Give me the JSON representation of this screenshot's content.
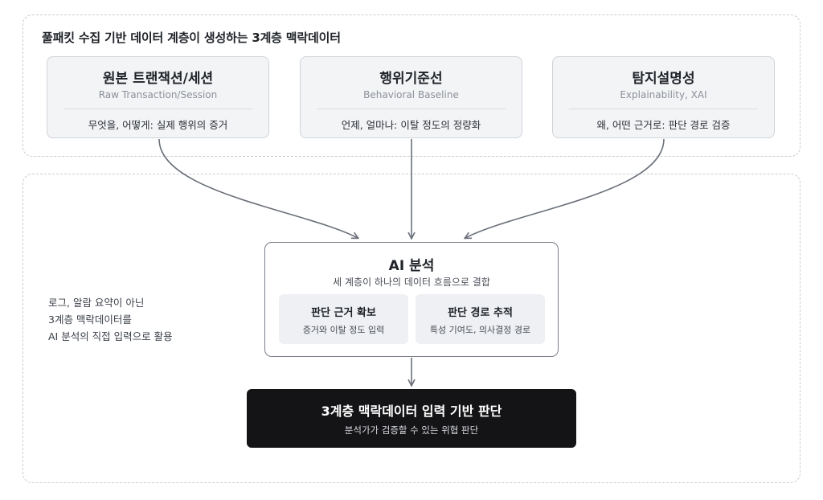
{
  "top_group": {
    "title": "풀패킷 수집 기반 데이터 계층이 생성하는 3계층 맥락데이터"
  },
  "layers": [
    {
      "title": "원본 트랜잭션/세션",
      "subtitle": "Raw Transaction/Session",
      "description": "무엇을, 어떻게: 실제 행위의 증거"
    },
    {
      "title": "행위기준선",
      "subtitle": "Behavioral Baseline",
      "description": "언제, 얼마나: 이탈 정도의 정량화"
    },
    {
      "title": "탐지설명성",
      "subtitle": "Explainability, XAI",
      "description": "왜, 어떤 근거로: 판단 경로 검증"
    }
  ],
  "ai_analysis": {
    "title": "AI 분석",
    "subtitle": "세 계층이 하나의 데이터 흐름으로 결합",
    "items": [
      {
        "title": "판단 근거 확보",
        "description": "증거와 이탈 정도 입력"
      },
      {
        "title": "판단 경로 추적",
        "description": "특성 기여도, 의사결정 경로"
      }
    ]
  },
  "side_note": {
    "lines": [
      "로그, 알람 요약이 아닌",
      "3계층 맥락데이터를",
      "AI 분석의 직접 입력으로 활용"
    ]
  },
  "result": {
    "title": "3계층 맥락데이터 입력 기반 판단",
    "subtitle": "분석가가 검증할 수 있는 위협 판단"
  },
  "colors": {
    "arrow": "#6b707a",
    "card_bg": "#f3f4f6",
    "result_bg": "#141416"
  }
}
